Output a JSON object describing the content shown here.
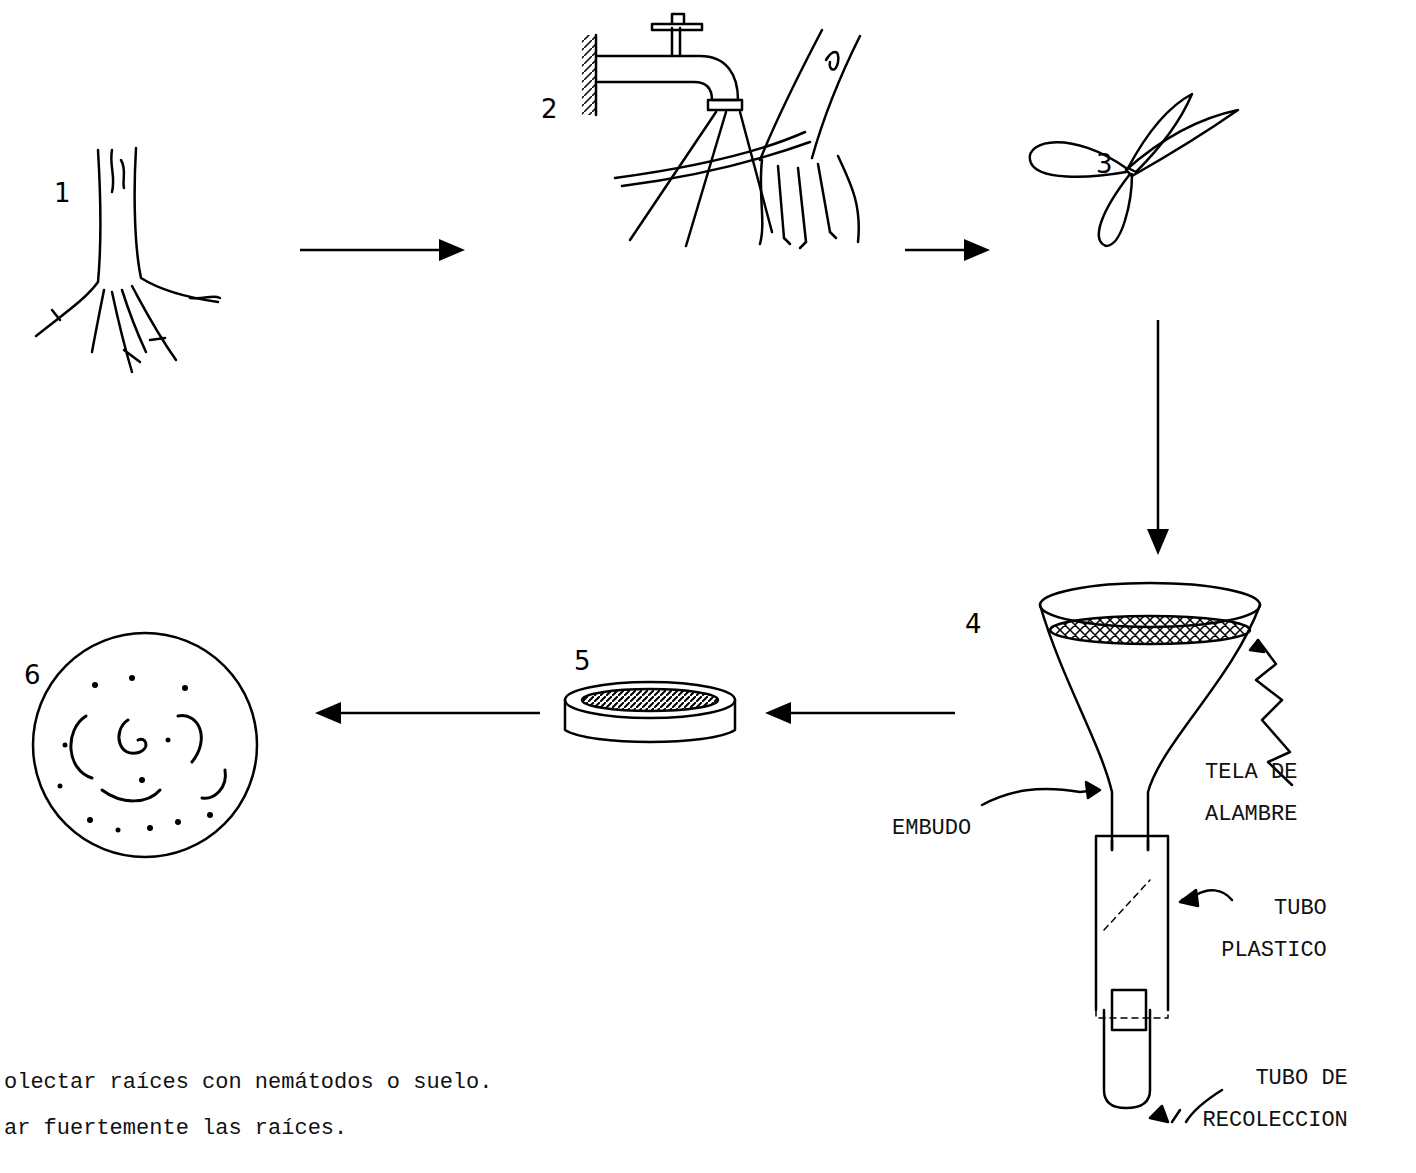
{
  "diagram": {
    "nodes": [
      {
        "text": [
          "1"
        ]
      },
      {
        "text": [
          "2"
        ]
      },
      {
        "text": [
          "3"
        ]
      },
      {
        "text": [
          "4"
        ]
      },
      {
        "text": [
          "5"
        ]
      },
      {
        "text": [
          "6"
        ]
      }
    ],
    "edges": [
      {
        "from": 0,
        "to": 1,
        "arrow": "to"
      },
      {
        "from": 1,
        "to": 2,
        "arrow": "to"
      },
      {
        "from": 2,
        "to": 3,
        "arrow": "to"
      },
      {
        "from": 3,
        "to": 4,
        "arrow": "to"
      },
      {
        "from": 4,
        "to": 5,
        "arrow": "to"
      }
    ],
    "labels": [
      "TELA DE ALAMBRE",
      "EMBUDO",
      "TUBO PLASTICO",
      "TUBO DE RECOLECCION",
      "olectar raíces con nemátodos o suelo.",
      "ar fuertemente las raíces."
    ]
  }
}
